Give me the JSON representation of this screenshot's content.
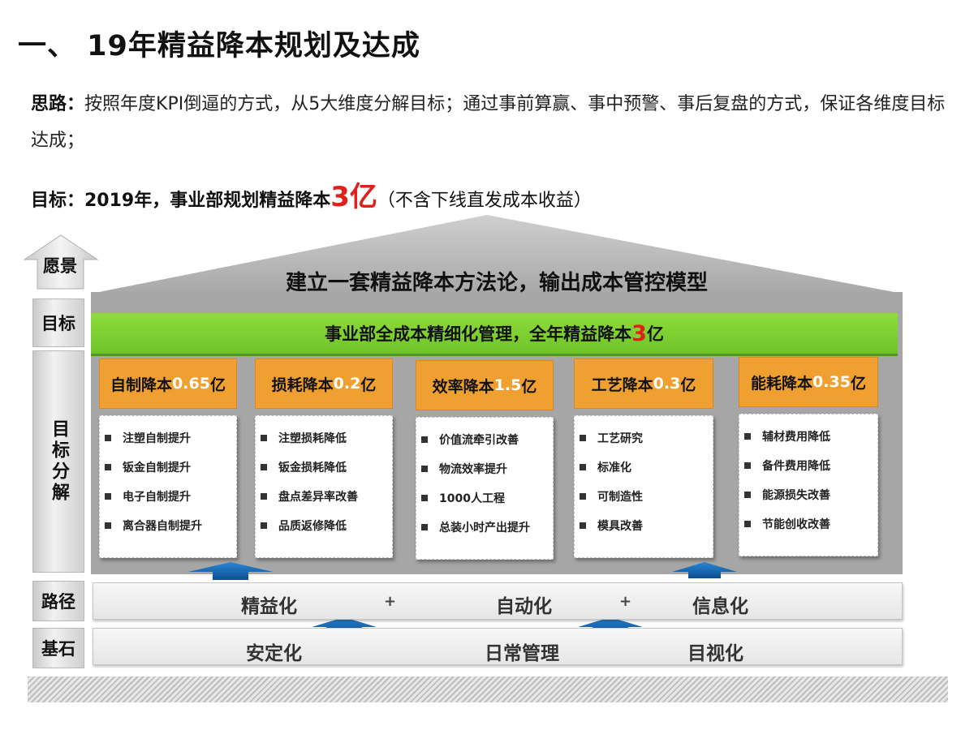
{
  "header": {
    "title": "一、 19年精益降本规划及达成"
  },
  "intro": {
    "idea_label": "思路：",
    "idea_text": "按照年度KPI倒逼的方式，从5大维度分解目标；通过事前算赢、事中预警、事后复盘的方式，保证各维度目标达成；",
    "goal_label": "目标：2019年，事业部规划精益降本",
    "goal_amount": "3亿",
    "goal_note": "（不含下线直发成本收益）"
  },
  "side_labels": {
    "vision": "愿景",
    "target": "目标",
    "breakdown": "目标分解",
    "path": "路径",
    "foundation": "基石"
  },
  "house": {
    "vision_text": "建立一套精益降本方法论，输出成本管控模型",
    "target_prefix": "事业部全成本精细化管理，全年精益降本",
    "target_num": "3",
    "target_unit": "亿"
  },
  "pillars": [
    {
      "name": "自制降本",
      "amount": "0.65",
      "unit": "亿",
      "items": [
        "注塑自制提升",
        "钣金自制提升",
        "电子自制提升",
        "离合器自制提升"
      ]
    },
    {
      "name": "损耗降本",
      "amount": "0.2",
      "unit": "亿",
      "items": [
        "注塑损耗降低",
        "钣金损耗降低",
        "盘点差异率改善",
        "品质返修降低"
      ]
    },
    {
      "name": "效率降本",
      "amount": "1.5",
      "unit": "亿",
      "items": [
        "价值流牵引改善",
        "物流效率提升",
        "1000人工程",
        "总装小时产出提升"
      ]
    },
    {
      "name": "工艺降本",
      "amount": "0.3",
      "unit": "亿",
      "items": [
        "工艺研究",
        "标准化",
        "可制造性",
        "模具改善"
      ]
    },
    {
      "name": "能耗降本",
      "amount": "0.35",
      "unit": "亿",
      "items": [
        "辅材费用降低",
        "备件费用降低",
        "能源损失改善",
        "节能创收改善"
      ]
    }
  ],
  "path": {
    "items": [
      "精益化",
      "自动化",
      "信息化"
    ],
    "separator": "+"
  },
  "foundation": {
    "items": [
      "安定化",
      "日常管理",
      "目视化"
    ]
  },
  "colors": {
    "pillar_header": "#f0a030",
    "goal_bar": "#7ed03a",
    "highlight_red": "#e0201b",
    "arrow_blue": "#1f6fb5"
  }
}
